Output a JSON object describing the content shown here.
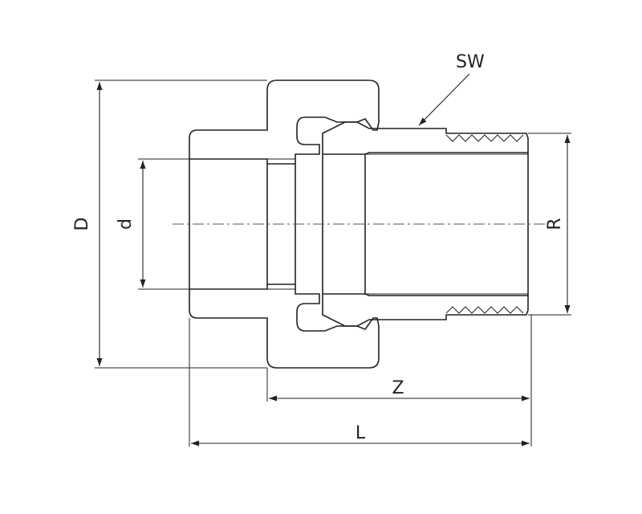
{
  "drawing": {
    "labels": {
      "sw": "SW",
      "d_outer": "D",
      "d_inner": "d",
      "r": "R",
      "z": "Z",
      "l": "L"
    },
    "colors": {
      "line": "#222222",
      "background": "#ffffff"
    }
  }
}
